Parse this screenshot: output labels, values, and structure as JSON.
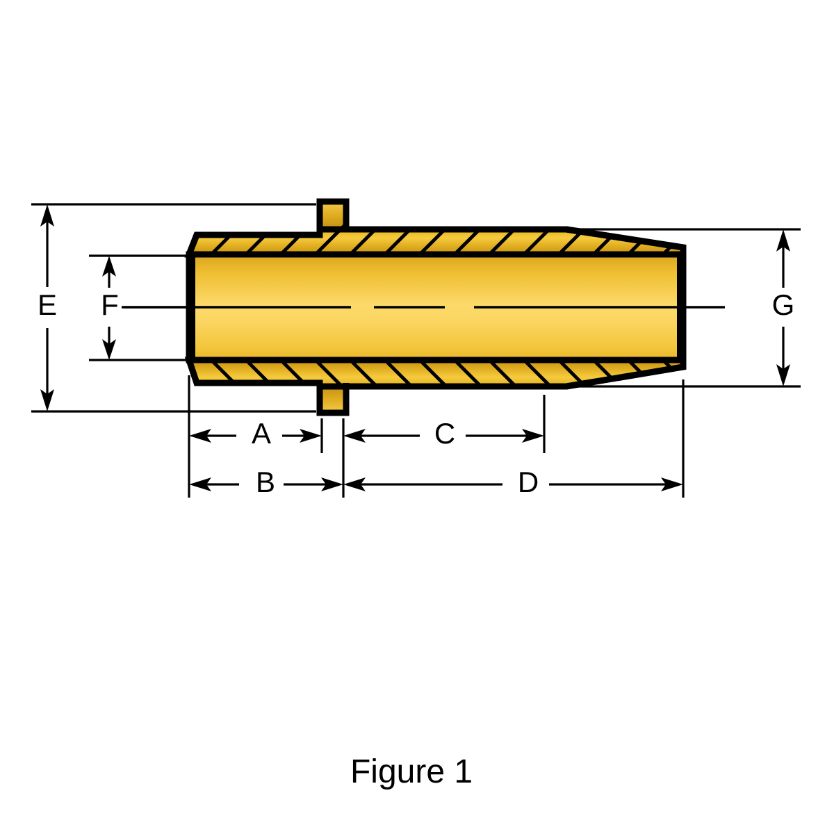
{
  "figure": {
    "caption": "Figure 1",
    "type": "engineering-cross-section-drawing",
    "subject": "brass hose barb / ferrule insert, sectional view"
  },
  "dimensions": {
    "A": {
      "label": "A",
      "orientation": "horizontal",
      "row": "upper",
      "note": "left face to ridge right edge"
    },
    "B": {
      "label": "B",
      "orientation": "horizontal",
      "row": "lower",
      "note": "left face to ridge face"
    },
    "C": {
      "label": "C",
      "orientation": "horizontal",
      "row": "upper",
      "note": "ridge to start of taper"
    },
    "D": {
      "label": "D",
      "orientation": "horizontal",
      "row": "lower",
      "note": "ridge to right end face"
    },
    "E": {
      "label": "E",
      "orientation": "vertical",
      "side": "left-outer",
      "note": "overall ridge-to-ridge height"
    },
    "F": {
      "label": "F",
      "orientation": "vertical",
      "side": "left-inner",
      "note": "inner bore diameter"
    },
    "G": {
      "label": "G",
      "orientation": "vertical",
      "side": "right",
      "note": "body outer diameter at barb"
    }
  },
  "colors": {
    "brass_light": "#fcd65a",
    "brass_mid": "#f2c12a",
    "brass_dark": "#c9961a",
    "brass_deep": "#a87d10",
    "outline": "#000000",
    "background": "#ffffff"
  },
  "chart_data": {
    "type": "table",
    "title": "Figure 1",
    "categories": [
      "A",
      "B",
      "C",
      "D",
      "E",
      "F",
      "G"
    ],
    "values": [],
    "note": "Dimension callouts only; no numeric values are printed in the figure."
  }
}
